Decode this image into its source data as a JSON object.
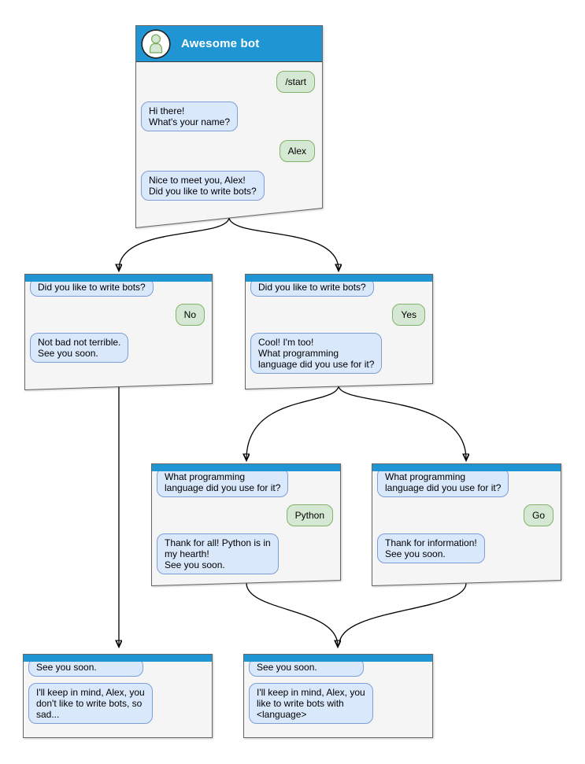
{
  "diagram": {
    "kind": "chatbot-conversation-flow",
    "colors": {
      "titlebar_blue": "#2095d3",
      "window_bg": "#f5f5f5",
      "window_border": "#666666",
      "bot_bubble_bg": "#dae8fc",
      "bot_bubble_border": "#7e9ed6",
      "user_bubble_bg": "#d5e8d4",
      "user_bubble_border": "#82b366",
      "arrow": "#000000",
      "title_text": "#ffffff"
    },
    "windows": {
      "main": {
        "title": "Awesome bot",
        "avatar_icon": "person-icon",
        "messages": [
          {
            "from": "user",
            "text": "/start"
          },
          {
            "from": "bot",
            "text": "Hi there!\nWhat's your name?"
          },
          {
            "from": "user",
            "text": "Alex"
          },
          {
            "from": "bot",
            "text": "Nice to meet you, Alex!\nDid you like to write bots?"
          }
        ]
      },
      "branch_no": {
        "messages": [
          {
            "from": "bot",
            "text": "Did you like to write bots?"
          },
          {
            "from": "user",
            "text": "No"
          },
          {
            "from": "bot",
            "text": "Not bad not terrible.\nSee you soon."
          }
        ]
      },
      "branch_yes": {
        "messages": [
          {
            "from": "bot",
            "text": "Did you like to write bots?"
          },
          {
            "from": "user",
            "text": "Yes"
          },
          {
            "from": "bot",
            "text": "Cool! I'm too!\nWhat programming\nlanguage did you use for it?"
          }
        ]
      },
      "lang_python": {
        "messages": [
          {
            "from": "bot",
            "text": "What programming\nlanguage did you use for it?"
          },
          {
            "from": "user",
            "text": "Python"
          },
          {
            "from": "bot",
            "text": "Thank for all! Python is in\nmy hearth!\nSee you soon."
          }
        ]
      },
      "lang_go": {
        "messages": [
          {
            "from": "bot",
            "text": "What programming\nlanguage did you use for it?"
          },
          {
            "from": "user",
            "text": "Go"
          },
          {
            "from": "bot",
            "text": "Thank for information!\nSee you soon."
          }
        ]
      },
      "end_no": {
        "messages": [
          {
            "from": "bot",
            "text": "See you soon."
          },
          {
            "from": "bot",
            "text": "I'll keep in mind, Alex, you\ndon't like to write bots, so\nsad..."
          }
        ]
      },
      "end_yes": {
        "messages": [
          {
            "from": "bot",
            "text": "See you soon."
          },
          {
            "from": "bot",
            "text": "I'll keep in mind, Alex, you\nlike to write bots with\n<language>"
          }
        ]
      }
    },
    "edges": [
      {
        "from": "main",
        "to": "branch_no"
      },
      {
        "from": "main",
        "to": "branch_yes"
      },
      {
        "from": "branch_yes",
        "to": "lang_python"
      },
      {
        "from": "branch_yes",
        "to": "lang_go"
      },
      {
        "from": "branch_no",
        "to": "end_no"
      },
      {
        "from": "lang_python",
        "to": "end_yes"
      },
      {
        "from": "lang_go",
        "to": "end_yes"
      }
    ]
  }
}
